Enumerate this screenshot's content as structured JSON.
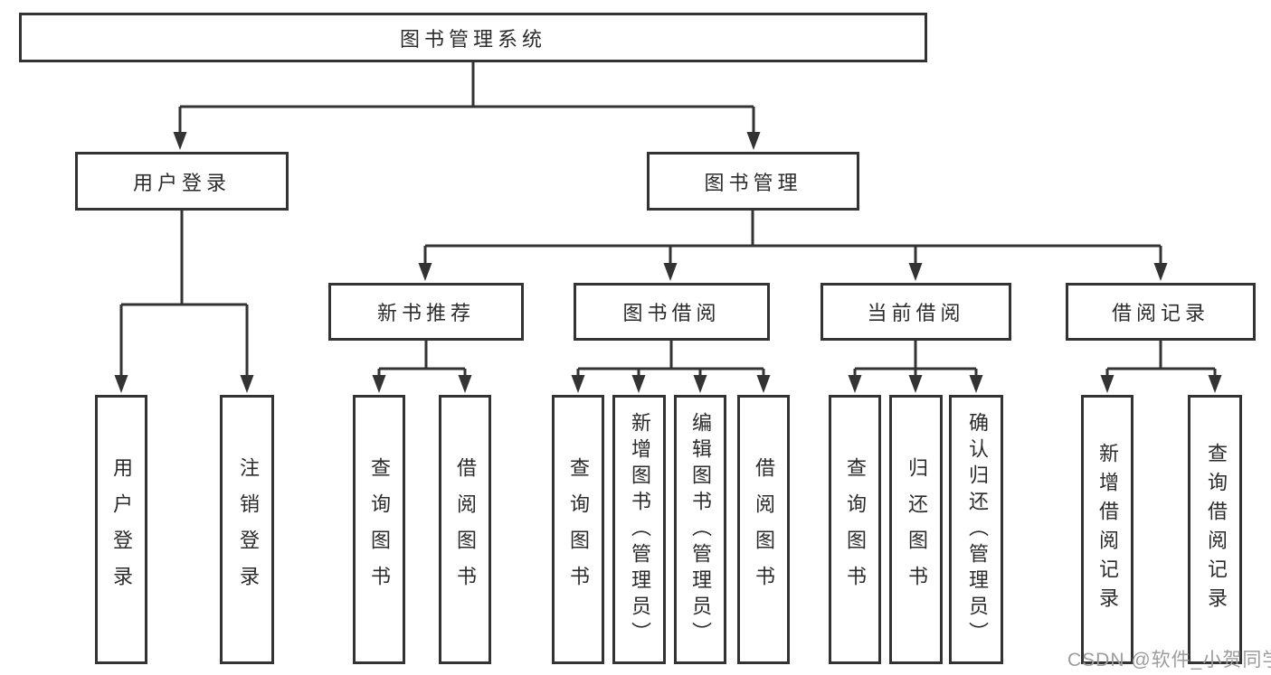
{
  "diagram": {
    "root": "图书管理系统",
    "level2": {
      "user_login": "用户登录",
      "book_mgmt": "图书管理"
    },
    "level3": {
      "new_book_rec": "新书推荐",
      "book_borrow": "图书借阅",
      "current_borrow": "当前借阅",
      "borrow_records": "借阅记录"
    },
    "leaves": {
      "user_login_leaf": "用户登录",
      "logout_leaf": "注销登录",
      "nbr_query_books": "查询图书",
      "nbr_borrow_books": "借阅图书",
      "bb_query_books": "查询图书",
      "bb_add_books": "新增图书（管理员）",
      "bb_edit_books": "编辑图书（管理员）",
      "bb_borrow_books": "借阅图书",
      "cb_query_books": "查询图书",
      "cb_return_books": "归还图书",
      "cb_confirm_return": "确认归还（管理员）",
      "br_add_record": "新增借阅记录",
      "br_query_record": "查询借阅记录"
    },
    "watermark": "CSDN @软件_小贺同学",
    "colors": {
      "line": "#333333",
      "text": "#2b2b2b",
      "watermark": "#9c9c9c",
      "background": "#ffffff"
    }
  }
}
